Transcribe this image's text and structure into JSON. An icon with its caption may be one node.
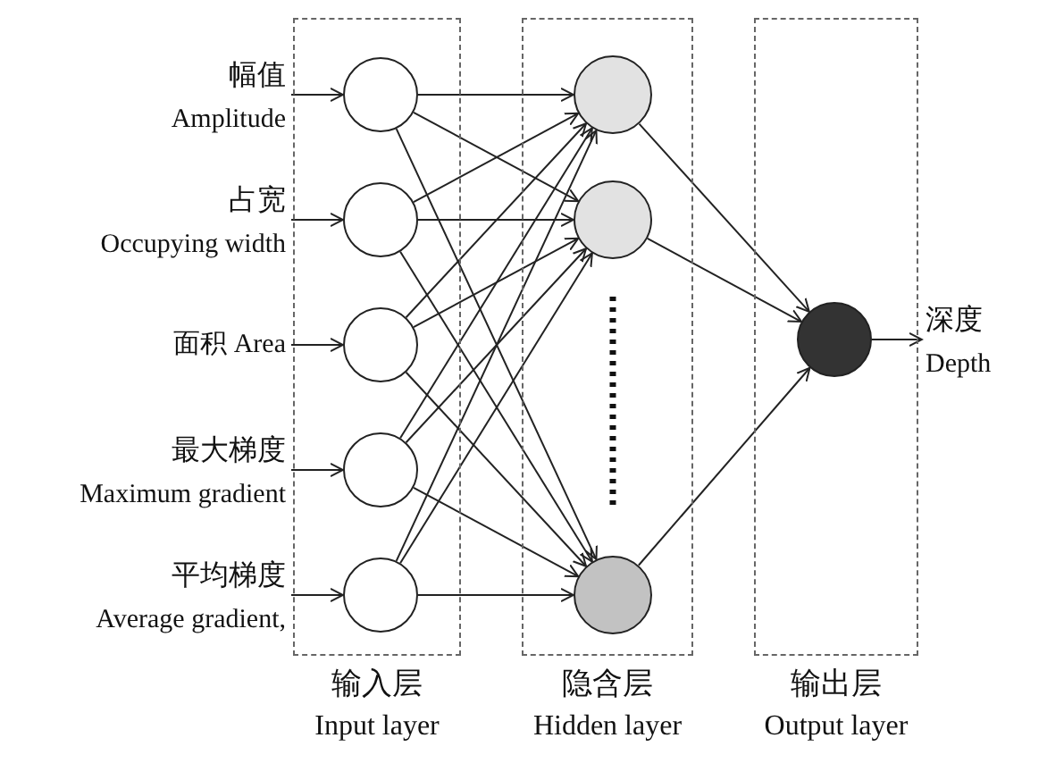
{
  "diagram": {
    "nodes": [
      {
        "text": [
          "幅值",
          "Amplitude"
        ]
      },
      {
        "text": [
          "占宽",
          "Occupying width"
        ]
      },
      {
        "text": [
          "面积 Area"
        ]
      },
      {
        "text": [
          "最大梯度",
          "Maximum gradient"
        ]
      },
      {
        "text": [
          "平均梯度",
          "Average gradient,"
        ]
      },
      {
        "text": [
          "输入层",
          "Input layer"
        ]
      },
      {
        "text": [],
        "shape": "circle",
        "in": 5
      },
      {
        "text": [],
        "shape": "circle",
        "in": 5
      },
      {
        "text": [],
        "shape": "circle",
        "in": 5
      },
      {
        "text": [],
        "shape": "circle",
        "in": 5
      },
      {
        "text": [],
        "shape": "circle",
        "in": 5
      },
      {
        "text": [
          "隐含层",
          "Hidden layer"
        ]
      },
      {
        "text": [],
        "shape": "circle",
        "in": 11
      },
      {
        "text": [],
        "shape": "circle",
        "in": 11
      },
      {
        "text": [],
        "shape": "circle",
        "in": 11
      },
      {
        "text": [
          "输出层",
          "Output layer"
        ]
      },
      {
        "text": [],
        "shape": "circle",
        "in": 15
      },
      {
        "text": [
          "深度",
          "Depth"
        ]
      }
    ],
    "edges": [
      {
        "from": 0,
        "to": 6,
        "arrow": "to"
      },
      {
        "from": 1,
        "to": 7,
        "arrow": "to"
      },
      {
        "from": 2,
        "to": 8,
        "arrow": "to"
      },
      {
        "from": 3,
        "to": 9,
        "arrow": "to"
      },
      {
        "from": 4,
        "to": 10,
        "arrow": "to"
      },
      {
        "from": 6,
        "to": 12,
        "arrow": "to"
      },
      {
        "from": 6,
        "to": 13,
        "arrow": "to"
      },
      {
        "from": 6,
        "to": 14,
        "arrow": "to"
      },
      {
        "from": 7,
        "to": 12,
        "arrow": "to"
      },
      {
        "from": 7,
        "to": 13,
        "arrow": "to"
      },
      {
        "from": 7,
        "to": 14,
        "arrow": "to"
      },
      {
        "from": 8,
        "to": 12,
        "arrow": "to"
      },
      {
        "from": 8,
        "to": 13,
        "arrow": "to"
      },
      {
        "from": 8,
        "to": 14,
        "arrow": "to"
      },
      {
        "from": 9,
        "to": 12,
        "arrow": "to"
      },
      {
        "from": 9,
        "to": 13,
        "arrow": "to"
      },
      {
        "from": 9,
        "to": 14,
        "arrow": "to"
      },
      {
        "from": 10,
        "to": 12,
        "arrow": "to"
      },
      {
        "from": 10,
        "to": 13,
        "arrow": "to"
      },
      {
        "from": 10,
        "to": 14,
        "arrow": "to"
      },
      {
        "from": 12,
        "to": 16,
        "arrow": "to"
      },
      {
        "from": 13,
        "to": 16,
        "arrow": "to"
      },
      {
        "from": 14,
        "to": 16,
        "arrow": "to"
      },
      {
        "from": 16,
        "to": 17,
        "arrow": "to"
      }
    ]
  }
}
